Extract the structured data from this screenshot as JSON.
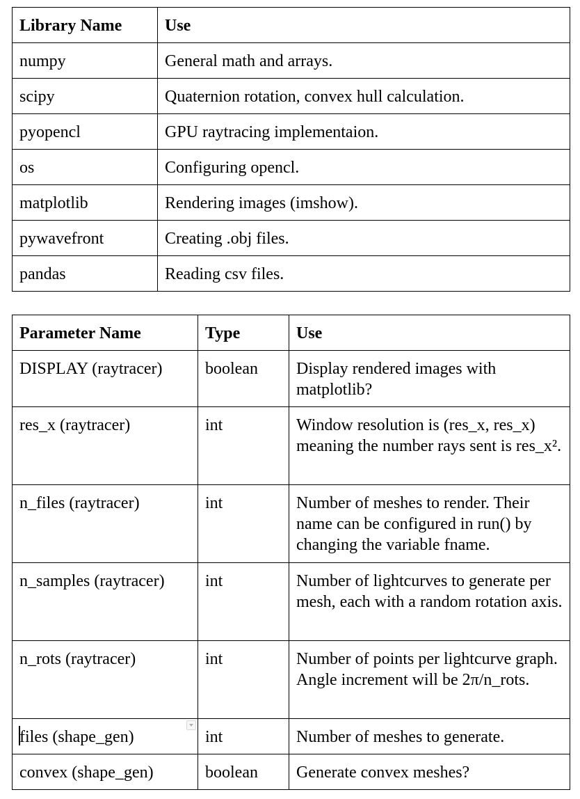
{
  "libraries_table": {
    "headers": [
      "Library Name",
      "Use"
    ],
    "rows": [
      [
        "numpy",
        "General math and arrays."
      ],
      [
        "scipy",
        "Quaternion rotation, convex hull calculation."
      ],
      [
        "pyopencl",
        "GPU raytracing implementaion."
      ],
      [
        "os",
        "Configuring opencl."
      ],
      [
        "matplotlib",
        "Rendering images (imshow)."
      ],
      [
        "pywavefront",
        "Creating .obj files."
      ],
      [
        "pandas",
        "Reading csv files."
      ]
    ]
  },
  "parameters_table": {
    "headers": [
      "Parameter Name",
      "Type",
      "Use"
    ],
    "rows": [
      [
        "DISPLAY (raytracer)",
        "boolean",
        "Display rendered images with matplotlib?"
      ],
      [
        "res_x (raytracer)",
        "int",
        "Window resolution is (res_x, res_x) meaning the number rays sent is res_x²."
      ],
      [
        "n_files (raytracer)",
        "int",
        "Number of meshes to render. Their name can be configured in run() by changing the variable fname."
      ],
      [
        "n_samples (raytracer)",
        "int",
        "Number of lightcurves to generate per mesh, each with a random rotation axis."
      ],
      [
        "n_rots (raytracer)",
        "int",
        "Number of points per lightcurve graph. Angle increment will be 2π/n_rots."
      ],
      [
        "files (shape_gen)",
        "int",
        "Number of meshes to generate."
      ],
      [
        "convex (shape_gen)",
        "boolean",
        "Generate convex meshes?"
      ]
    ]
  }
}
